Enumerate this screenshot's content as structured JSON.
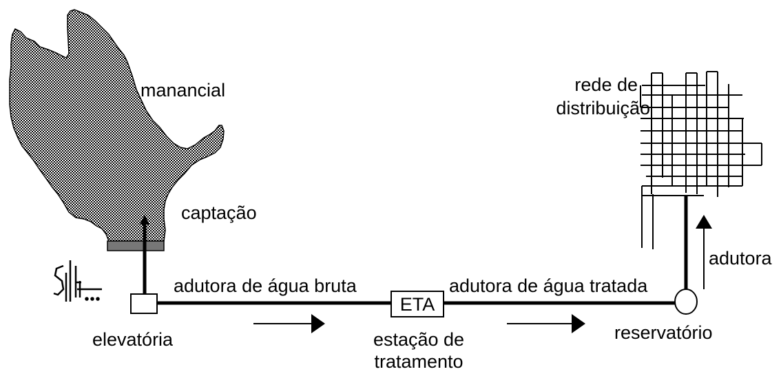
{
  "labels": {
    "manancial": "manancial",
    "captacao": "captação",
    "elevatoria": "elevatória",
    "adutora_bruta": "adutora de água bruta",
    "eta": "ETA",
    "estacao_line1": "estação de",
    "estacao_line2": "tratamento",
    "adutora_tratada": "adutora de água tratada",
    "reservatorio": "reservatório",
    "adutora": "adutora",
    "rede_line1": "rede de",
    "rede_line2": "distribuição"
  },
  "colors": {
    "ink": "#000000",
    "intake_bar": "#777777",
    "water_fill": "#c8c8c8",
    "background": "#ffffff"
  }
}
